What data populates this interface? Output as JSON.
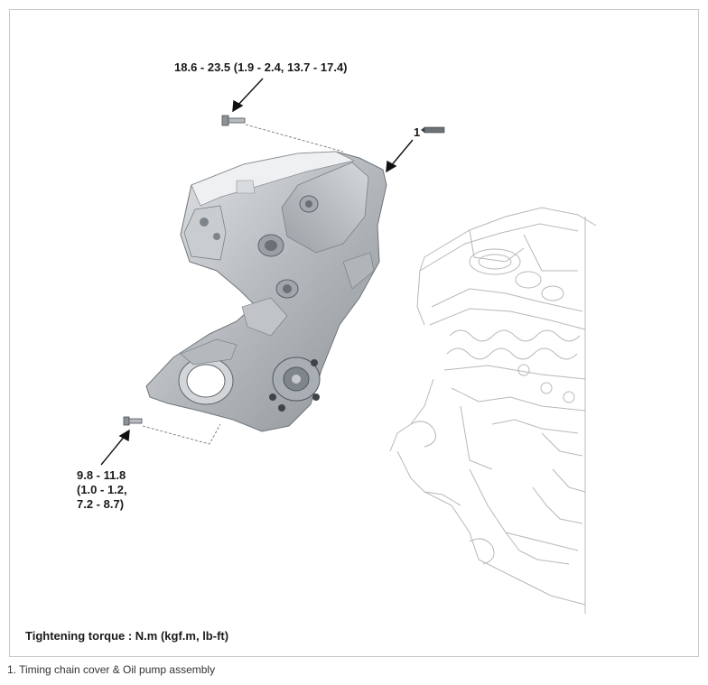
{
  "labels": {
    "torque_top": "18.6 - 23.5 (1.9 - 2.4, 13.7 - 17.4)",
    "part_number": "1",
    "torque_bottom_lines": [
      "9.8 - 11.8",
      "(1.0 - 1.2,",
      "7.2 - 8.7)"
    ]
  },
  "legend": "Tightening torque : N.m (kgf.m, lb-ft)",
  "caption": "1. Timing chain cover & Oil pump assembly"
}
